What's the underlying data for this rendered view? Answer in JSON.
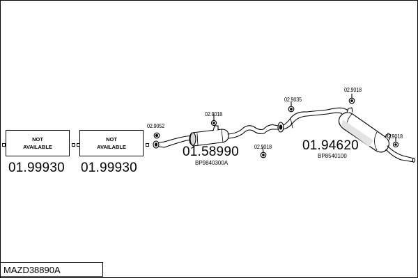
{
  "parts": {
    "box1": {
      "line1": "NOT",
      "line2": "AVAILABLE",
      "number": "01.99930"
    },
    "box2": {
      "line1": "NOT",
      "line2": "AVAILABLE",
      "number": "01.99930"
    },
    "middle_silencer": {
      "number": "01.58990",
      "code": "BP9840300A"
    },
    "rear_silencer": {
      "number": "01.94620",
      "code": "BP8540100"
    }
  },
  "refs": {
    "clamp": "02.9052",
    "hanger_1": "02.9018",
    "hanger_2": "02.9018",
    "gasket": "02.9035",
    "hanger_3": "02.9018",
    "hanger_4": "02.9018"
  },
  "model": "MAZD38890A"
}
